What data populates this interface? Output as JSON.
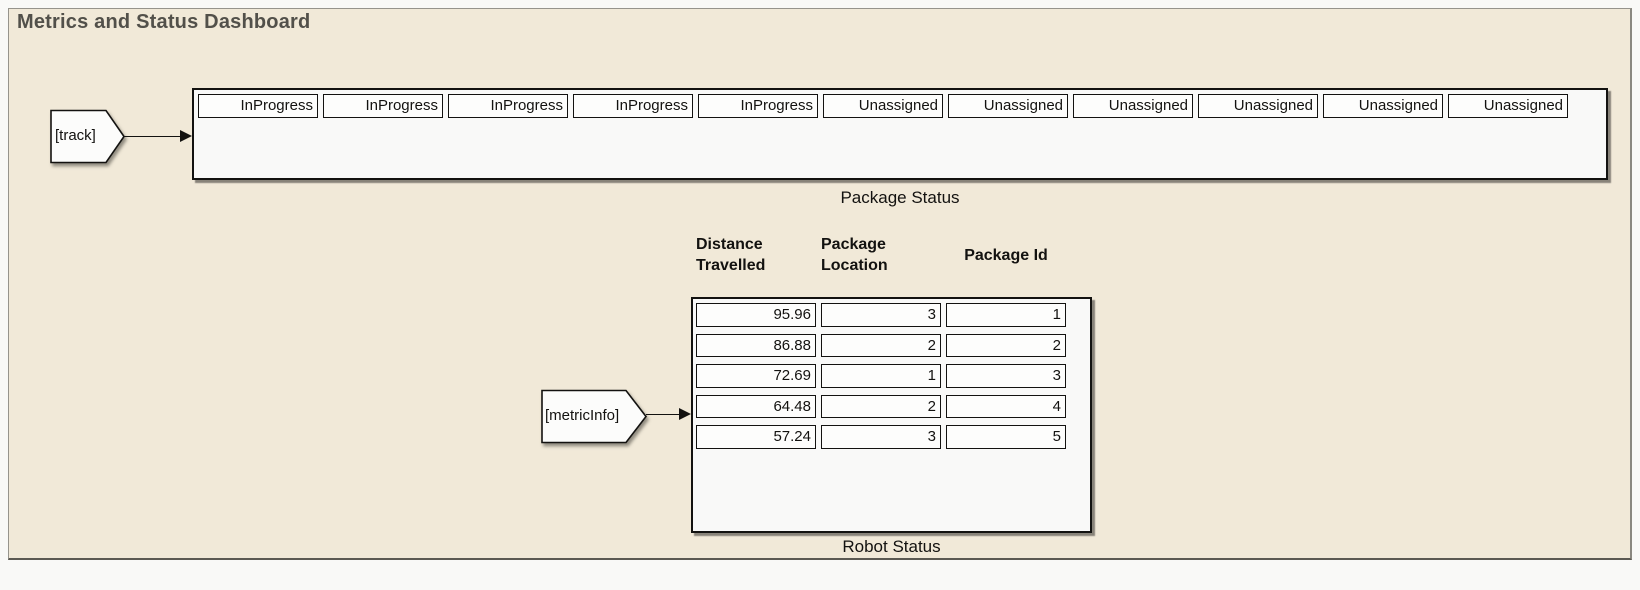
{
  "diagram": {
    "title": "Metrics and Status Dashboard"
  },
  "tags": {
    "track_label": "[track]",
    "metric_info_label": "[metricInfo]"
  },
  "package_status": {
    "block_label": "Package Status",
    "cells": [
      "InProgress",
      "InProgress",
      "InProgress",
      "InProgress",
      "InProgress",
      "Unassigned",
      "Unassigned",
      "Unassigned",
      "Unassigned",
      "Unassigned",
      "Unassigned"
    ]
  },
  "robot_status": {
    "block_label": "Robot Status",
    "columns": [
      "Distance Travelled",
      "Package Location",
      "Package Id"
    ],
    "rows": [
      [
        "95.96",
        "3",
        "1"
      ],
      [
        "86.88",
        "2",
        "2"
      ],
      [
        "72.69",
        "1",
        "3"
      ],
      [
        "64.48",
        "2",
        "4"
      ],
      [
        "57.24",
        "3",
        "5"
      ]
    ]
  },
  "colors": {
    "subsystem_fill": "#f1e9d8",
    "canvas_fill": "#f9f9f7",
    "block_fill": "#f9f9f8",
    "cell_fill": "#fdfdfc",
    "line": "#131210",
    "title_text": "#52504a"
  }
}
